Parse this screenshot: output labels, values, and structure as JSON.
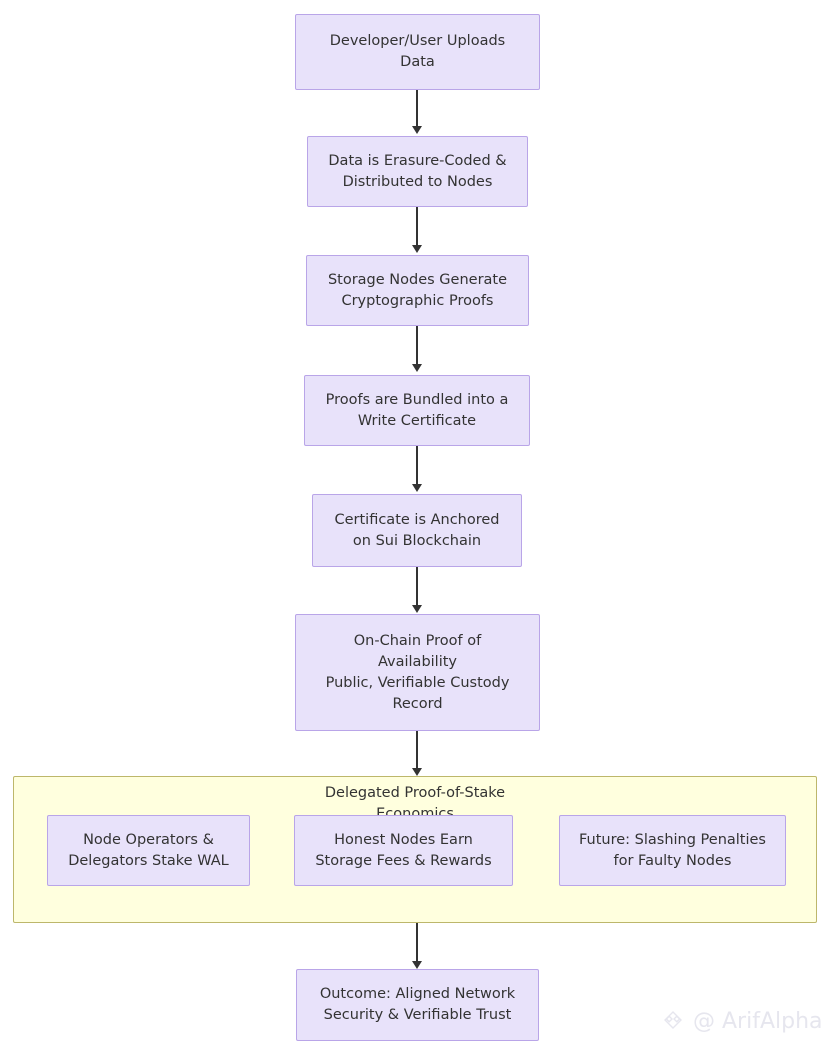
{
  "diagram": {
    "type": "flowchart",
    "direction": "top-to-bottom",
    "background": "#ffffff",
    "node_fill": "#e8e2fa",
    "node_border": "#b9a5e8",
    "subgraph_fill": "#ffffde",
    "subgraph_border": "#bdb76b",
    "edge_color": "#333333"
  },
  "nodes": [
    {
      "id": "n1",
      "label": "Developer/User Uploads\nData"
    },
    {
      "id": "n2",
      "label": "Data is Erasure-Coded &\nDistributed to Nodes"
    },
    {
      "id": "n3",
      "label": "Storage Nodes Generate\nCryptographic Proofs"
    },
    {
      "id": "n4",
      "label": "Proofs are Bundled into a\nWrite Certificate"
    },
    {
      "id": "n5",
      "label": "Certificate is Anchored\non Sui Blockchain"
    },
    {
      "id": "n6",
      "label": "On-Chain Proof of\nAvailability\nPublic, Verifiable Custody\nRecord"
    },
    {
      "id": "n7",
      "label": "Node Operators &\nDelegators Stake WAL"
    },
    {
      "id": "n8",
      "label": "Honest Nodes Earn\nStorage Fees & Rewards"
    },
    {
      "id": "n9",
      "label": "Future: Slashing Penalties\nfor Faulty Nodes"
    },
    {
      "id": "n10",
      "label": "Outcome: Aligned Network\nSecurity & Verifiable Trust"
    }
  ],
  "subgraph": {
    "title": "Delegated Proof-of-Stake\nEconomics"
  },
  "watermark": {
    "handle": "@ ArifAlpha",
    "at_symbol": "@",
    "name": "ArifAlpha",
    "icon": "diamond-logo-icon"
  }
}
